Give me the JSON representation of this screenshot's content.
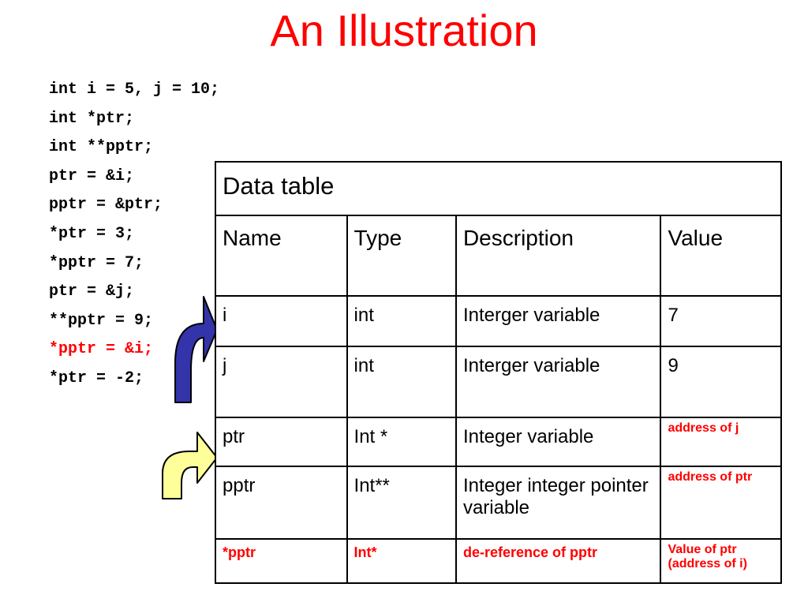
{
  "slide": {
    "title": "An Illustration"
  },
  "code": [
    "int i = 5, j = 10;",
    "int *ptr;",
    "int **pptr;",
    "ptr = &i;",
    "pptr = &ptr;",
    "*ptr = 3;",
    "*pptr = 7;",
    "ptr = &j;",
    "**pptr = 9;",
    "*pptr = &i;",
    "*ptr = -2;"
  ],
  "highlight_line": 9,
  "colors": {
    "accent": "#ff0000",
    "arrow_blue": "#3333aa",
    "arrow_yellow": "#ffff99"
  },
  "table": {
    "caption": "Data table",
    "headers": [
      "Name",
      "Type",
      "Description",
      "Value"
    ],
    "rows": [
      [
        "i",
        "int",
        "Interger variable",
        "7"
      ],
      [
        "j",
        "int",
        "Interger variable",
        "9"
      ],
      [
        "ptr",
        "Int *",
        "Integer variable",
        "address of j"
      ],
      [
        "pptr",
        "Int**",
        "Integer integer pointer variable",
        "address of ptr"
      ],
      [
        "*pptr",
        "Int*",
        "de-reference of pptr",
        "Value of ptr (address of i)"
      ]
    ]
  }
}
